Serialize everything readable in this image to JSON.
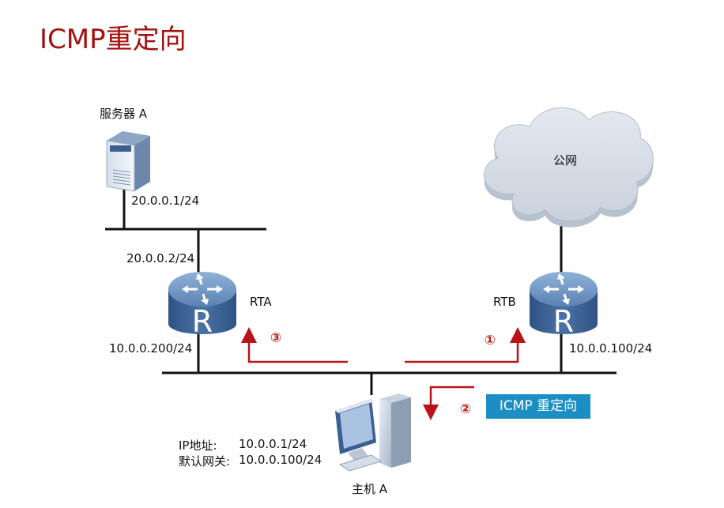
{
  "title": "ICMP重定向",
  "nodes": {
    "server": {
      "label": "服务器 A",
      "ip": "20.0.0.1/24"
    },
    "rta": {
      "label": "RTA",
      "ip_upper": "20.0.0.2/24",
      "ip_lower": "10.0.0.200/24"
    },
    "rtb": {
      "label": "RTB",
      "ip_lower": "10.0.0.100/24"
    },
    "cloud": {
      "label": "公网"
    },
    "host": {
      "label": "主机 A",
      "ip_key": "IP地址:",
      "ip_val": "10.0.0.1/24",
      "gw_key": "默认网关:",
      "gw_val": "10.0.0.100/24"
    }
  },
  "steps": {
    "s1": "①",
    "s2": "②",
    "s3": "③"
  },
  "redirect_label": "ICMP 重定向",
  "colors": {
    "title": "#a50f0f",
    "arrow": "#b8141a",
    "badge": "#1b8fc4",
    "router": "#3f6491"
  }
}
